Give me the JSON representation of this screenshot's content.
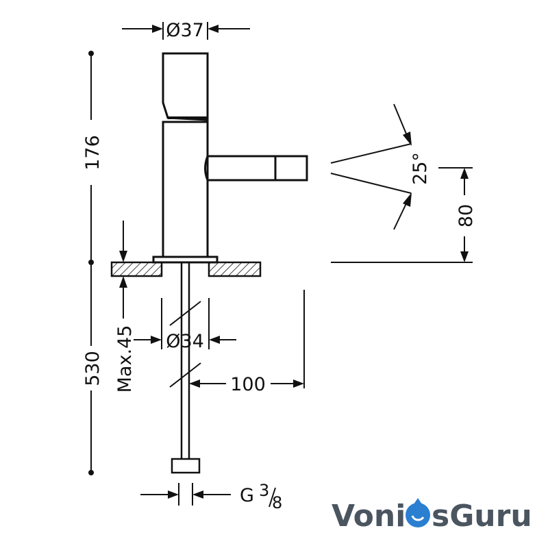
{
  "drawing": {
    "dimensions": {
      "top_diameter": "Ø37",
      "bottom_diameter": "Ø34",
      "height_upper": "176",
      "height_lower": "530",
      "max_thickness": "Max.45",
      "reach": "100",
      "spout_height": "80",
      "angle": "25°",
      "thread": "G",
      "thread_num": "3",
      "thread_den": "8"
    }
  },
  "logo": {
    "part1": "Voni",
    "part2": "sGuru",
    "color_dark": "#4a5560",
    "color_blue": "#2b7fd0"
  }
}
